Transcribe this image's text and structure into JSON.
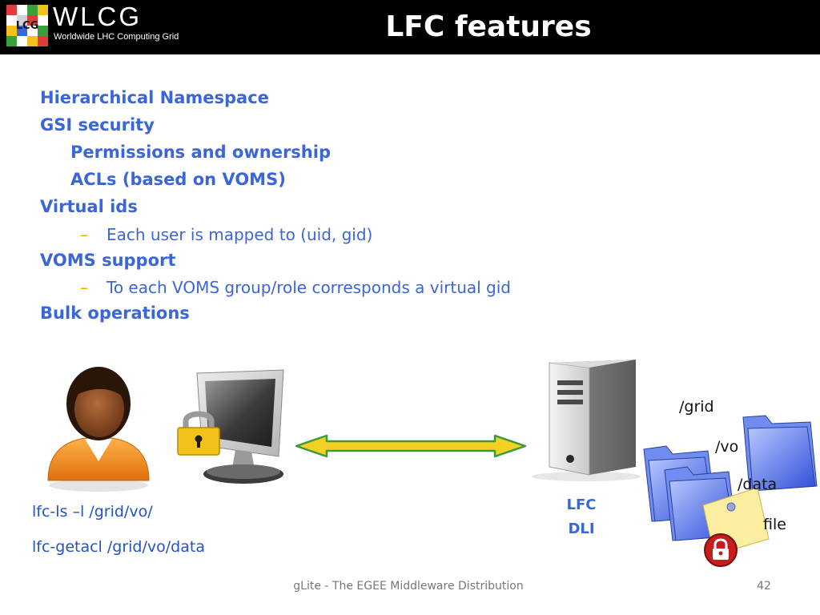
{
  "header": {
    "logo_letters": "LCG",
    "logo_wordmark": "WLCG",
    "logo_tagline": "Worldwide LHC Computing Grid",
    "title": "LFC features"
  },
  "bullets": [
    {
      "level": 1,
      "text": "Hierarchical Namespace"
    },
    {
      "level": 1,
      "text": "GSI security"
    },
    {
      "level": 2,
      "text": "Permissions and ownership"
    },
    {
      "level": 2,
      "text": "ACLs (based on VOMS)"
    },
    {
      "level": 1,
      "text": "Virtual ids"
    },
    {
      "level": 3,
      "marker": "–",
      "text": "Each user is mapped to (uid, gid)"
    },
    {
      "level": 1,
      "text": "VOMS support"
    },
    {
      "level": 3,
      "marker": "–",
      "text": "To each VOMS group/role corresponds a virtual gid"
    },
    {
      "level": 1,
      "text": "Bulk operations"
    }
  ],
  "diagram": {
    "commands": [
      "lfc-ls –l /grid/vo/",
      "lfc-getacl /grid/vo/data"
    ],
    "server_label": [
      "LFC",
      "DLI"
    ],
    "paths": [
      "/grid",
      "/vo",
      "/data",
      "file"
    ],
    "icons": [
      "user-icon",
      "computer-monitor-icon",
      "padlock-icon",
      "double-arrow-icon",
      "server-tower-icon",
      "folder-icon",
      "note-icon",
      "lock-badge-icon"
    ]
  },
  "colors": {
    "header_bg": "#000000",
    "bullet_text": "#3a66d8",
    "dash_marker": "#f0a500",
    "command_text": "#2450c8",
    "arrow_fill": "#f2d024",
    "arrow_stroke": "#3c9a3c"
  },
  "footer": {
    "text": "gLite - The EGEE Middleware Distribution",
    "page": "42"
  }
}
